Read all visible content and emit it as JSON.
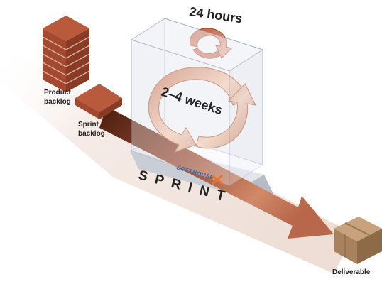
{
  "labels": {
    "product_backlog_line1": "Product",
    "product_backlog_line2": "backlog",
    "sprint_backlog_line1": "Sprint",
    "sprint_backlog_line2": "backlog",
    "daily_cycle": "24 hours",
    "sprint_length": "2–4 weeks",
    "sprint": "SPRINT",
    "deliverable": "Deliverable",
    "brand": "SOFTHOUSE"
  },
  "colors": {
    "brick": "#a2492f",
    "brick_top": "#b95a3c",
    "brick_side": "#8a3b26",
    "arrow_light": "#f0d6c8",
    "arrow_dark": "#7e2e18",
    "cycle": "#d7987a",
    "box_face": "#eef0f5",
    "box_edge": "#9aa3b5",
    "deliverable_box": "#a8825e",
    "brand": "#3566a8",
    "accent_x": "#e9742c"
  },
  "icons": {
    "product_backlog": "brick-stack-icon",
    "sprint_backlog": "brick-icon",
    "daily_cycle": "circular-arrow-icon",
    "sprint_cycle": "circular-arrow-icon",
    "deliverable": "cardboard-box-icon",
    "brand": "softhouse-logo"
  }
}
